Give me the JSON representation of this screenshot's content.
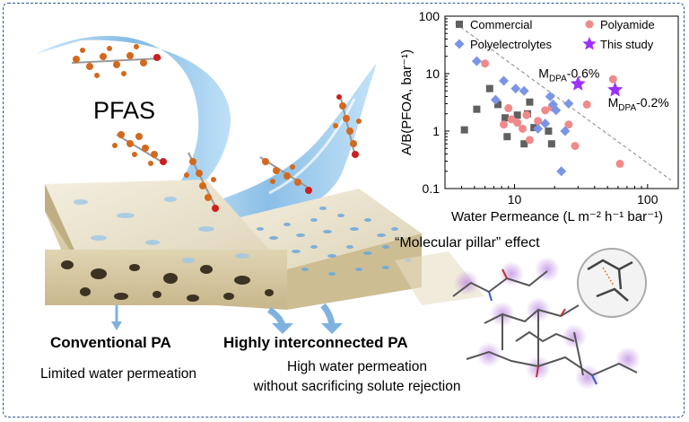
{
  "labels": {
    "pfas": "PFAS",
    "molecular_pillar": "“Molecular pillar” effect",
    "conventional_pa": "Conventional PA",
    "interconnected_pa": "Highly interconnected PA",
    "limited": "Limited water permeation",
    "high_line1": "High water permeation",
    "high_line2": "without sacrificing solute rejection"
  },
  "colors": {
    "frame": "#2f5597",
    "membrane_top": "#e9e2cd",
    "membrane_side": "#d5c7a3",
    "water": "#5aa3dc",
    "carbon": "#d2691e",
    "oxygen": "#cc1f1f",
    "commercial": "#606060",
    "polyamide": "#f08a8a",
    "polyelectrolytes": "#7b95e6",
    "this_study": "#9b30ff"
  },
  "chart_data": {
    "type": "scatter",
    "xscale": "log",
    "yscale": "log",
    "xlim": [
      3,
      170
    ],
    "ylim": [
      0.1,
      100
    ],
    "xticks": [
      "10",
      "100"
    ],
    "yticks": [
      "0.1",
      "1",
      "10",
      "100"
    ],
    "xlabel": "Water Permeance (L m⁻² h⁻¹ bar⁻¹)",
    "ylabel": "A/B(PFOA, bar⁻¹)",
    "legend_position": "top",
    "trend_line": [
      [
        3.6,
        75
      ],
      [
        150,
        0.14
      ]
    ],
    "series": [
      {
        "name": "Commercial",
        "marker": "square",
        "color": "#606060",
        "points": [
          [
            4.2,
            1.05
          ],
          [
            5.2,
            2.4
          ],
          [
            6.5,
            5.5
          ],
          [
            7.5,
            2.9
          ],
          [
            8.5,
            1.7
          ],
          [
            8.8,
            0.8
          ],
          [
            10.5,
            1.9
          ],
          [
            11.8,
            0.6
          ],
          [
            12.5,
            2.0
          ],
          [
            13,
            3.2
          ],
          [
            14,
            1.15
          ],
          [
            18,
            1.0
          ],
          [
            19,
            0.6
          ]
        ]
      },
      {
        "name": "Polyamide",
        "marker": "circle",
        "color": "#f08a8a",
        "points": [
          [
            6,
            15
          ],
          [
            8.3,
            1.3
          ],
          [
            9,
            2.5
          ],
          [
            9.5,
            1.6
          ],
          [
            10.5,
            1.4
          ],
          [
            11.5,
            1.1
          ],
          [
            12.3,
            1.9
          ],
          [
            13,
            0.7
          ],
          [
            15,
            1.5
          ],
          [
            17,
            2.3
          ],
          [
            19,
            2.6
          ],
          [
            25.5,
            1.3
          ],
          [
            28.5,
            0.55
          ],
          [
            35,
            2.9
          ],
          [
            55,
            8.0
          ],
          [
            62,
            0.27
          ]
        ]
      },
      {
        "name": "Polyelectrolytes",
        "marker": "diamond",
        "color": "#7b95e6",
        "points": [
          [
            5.2,
            16.5
          ],
          [
            7.2,
            3.5
          ],
          [
            8.3,
            7.5
          ],
          [
            10.2,
            5.5
          ],
          [
            11.8,
            5.0
          ],
          [
            15,
            1.1
          ],
          [
            17,
            1.35
          ],
          [
            18.5,
            4.0
          ],
          [
            19.5,
            2.9
          ],
          [
            20.5,
            2.3
          ],
          [
            22.5,
            0.2
          ],
          [
            24,
            1.0
          ],
          [
            25.5,
            3.0
          ]
        ]
      },
      {
        "name": "This study",
        "marker": "star",
        "color": "#9b30ff",
        "points": [
          [
            30,
            6.6
          ],
          [
            57,
            5.2
          ]
        ]
      }
    ],
    "annotations": [
      {
        "base": "M",
        "sub": "DPA",
        "text": "-0.6%"
      },
      {
        "base": "M",
        "sub": "DPA",
        "text": "-0.2%"
      }
    ]
  }
}
